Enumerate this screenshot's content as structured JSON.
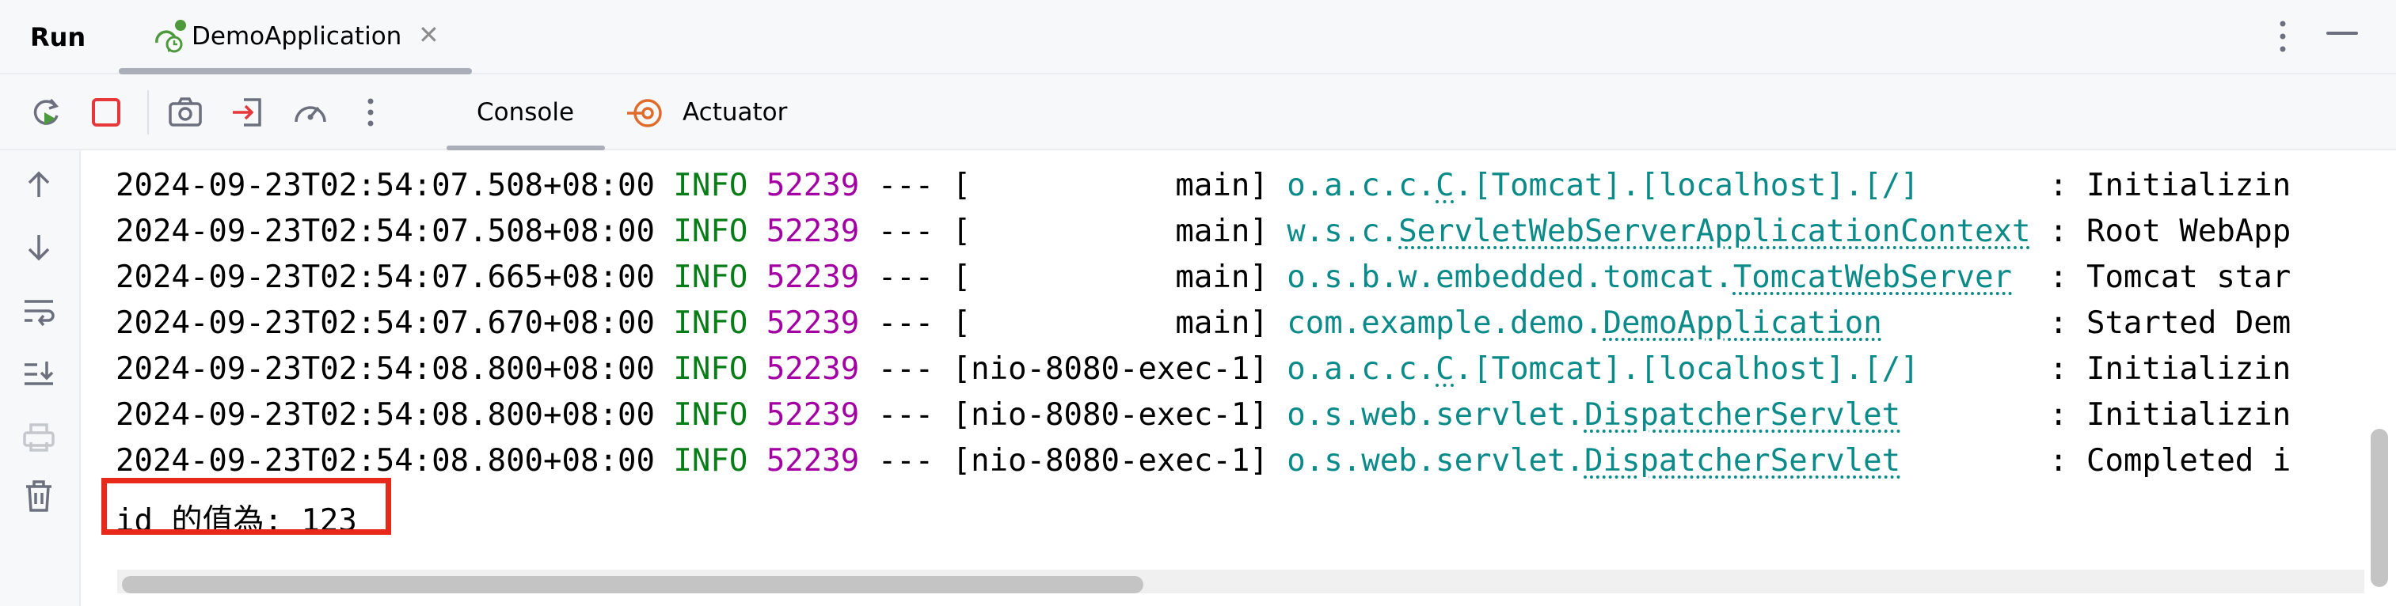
{
  "header": {
    "title": "Run",
    "tab_label": "DemoApplication",
    "close_glyph": "✕"
  },
  "toolbar": {
    "tabs": [
      {
        "label": "Console",
        "active": true
      },
      {
        "label": "Actuator",
        "active": false
      }
    ]
  },
  "console": {
    "lines": [
      {
        "time": "2024-09-23T02:54:07.508+08:00",
        "level": "INFO",
        "pid": "52239",
        "sep": "---",
        "thread": "[           main]",
        "logger_prefix": "o.a.c.c.",
        "logger_link": "C",
        "logger_suffix": ".[Tomcat].[localhost].[/]",
        "pad": "       ",
        "message": ": Initializin"
      },
      {
        "time": "2024-09-23T02:54:07.508+08:00",
        "level": "INFO",
        "pid": "52239",
        "sep": "---",
        "thread": "[           main]",
        "logger_prefix": "w.s.c.",
        "logger_link": "ServletWebServerApplicationContext",
        "logger_suffix": "",
        "pad": " ",
        "message": ": Root WebApp"
      },
      {
        "time": "2024-09-23T02:54:07.665+08:00",
        "level": "INFO",
        "pid": "52239",
        "sep": "---",
        "thread": "[           main]",
        "logger_prefix": "o.s.b.w.embedded.tomcat.",
        "logger_link": "TomcatWebServer",
        "logger_suffix": "",
        "pad": "  ",
        "message": ": Tomcat star"
      },
      {
        "time": "2024-09-23T02:54:07.670+08:00",
        "level": "INFO",
        "pid": "52239",
        "sep": "---",
        "thread": "[           main]",
        "logger_prefix": "com.example.demo.",
        "logger_link": "DemoApplication",
        "logger_suffix": "",
        "pad": "         ",
        "message": ": Started Dem"
      },
      {
        "time": "2024-09-23T02:54:08.800+08:00",
        "level": "INFO",
        "pid": "52239",
        "sep": "---",
        "thread": "[nio-8080-exec-1]",
        "logger_prefix": "o.a.c.c.",
        "logger_link": "C",
        "logger_suffix": ".[Tomcat].[localhost].[/]",
        "pad": "       ",
        "message": ": Initializin"
      },
      {
        "time": "2024-09-23T02:54:08.800+08:00",
        "level": "INFO",
        "pid": "52239",
        "sep": "---",
        "thread": "[nio-8080-exec-1]",
        "logger_prefix": "o.s.web.servlet.",
        "logger_link": "DispatcherServlet",
        "logger_suffix": "",
        "pad": "        ",
        "message": ": Initializin"
      },
      {
        "time": "2024-09-23T02:54:08.800+08:00",
        "level": "INFO",
        "pid": "52239",
        "sep": "---",
        "thread": "[nio-8080-exec-1]",
        "logger_prefix": "o.s.web.servlet.",
        "logger_link": "DispatcherServlet",
        "logger_suffix": "",
        "pad": "        ",
        "message": ": Completed i"
      }
    ],
    "output": "id 的值為: 123"
  },
  "colors": {
    "level_info": "#067d17",
    "pid": "#a300a3",
    "logger": "#0b8a8a",
    "highlight": "#e8281b"
  },
  "icons": {
    "header": [
      "run-config-icon",
      "more-vertical-icon",
      "minimize-icon"
    ],
    "toolbar": [
      "rerun-icon",
      "stop-icon",
      "screenshot-icon",
      "exit-icon",
      "profiler-icon",
      "more-vertical-icon",
      "actuator-icon"
    ],
    "gutter": [
      "arrow-up-icon",
      "arrow-down-icon",
      "soft-wrap-icon",
      "scroll-to-end-icon",
      "print-icon",
      "trash-icon"
    ]
  }
}
